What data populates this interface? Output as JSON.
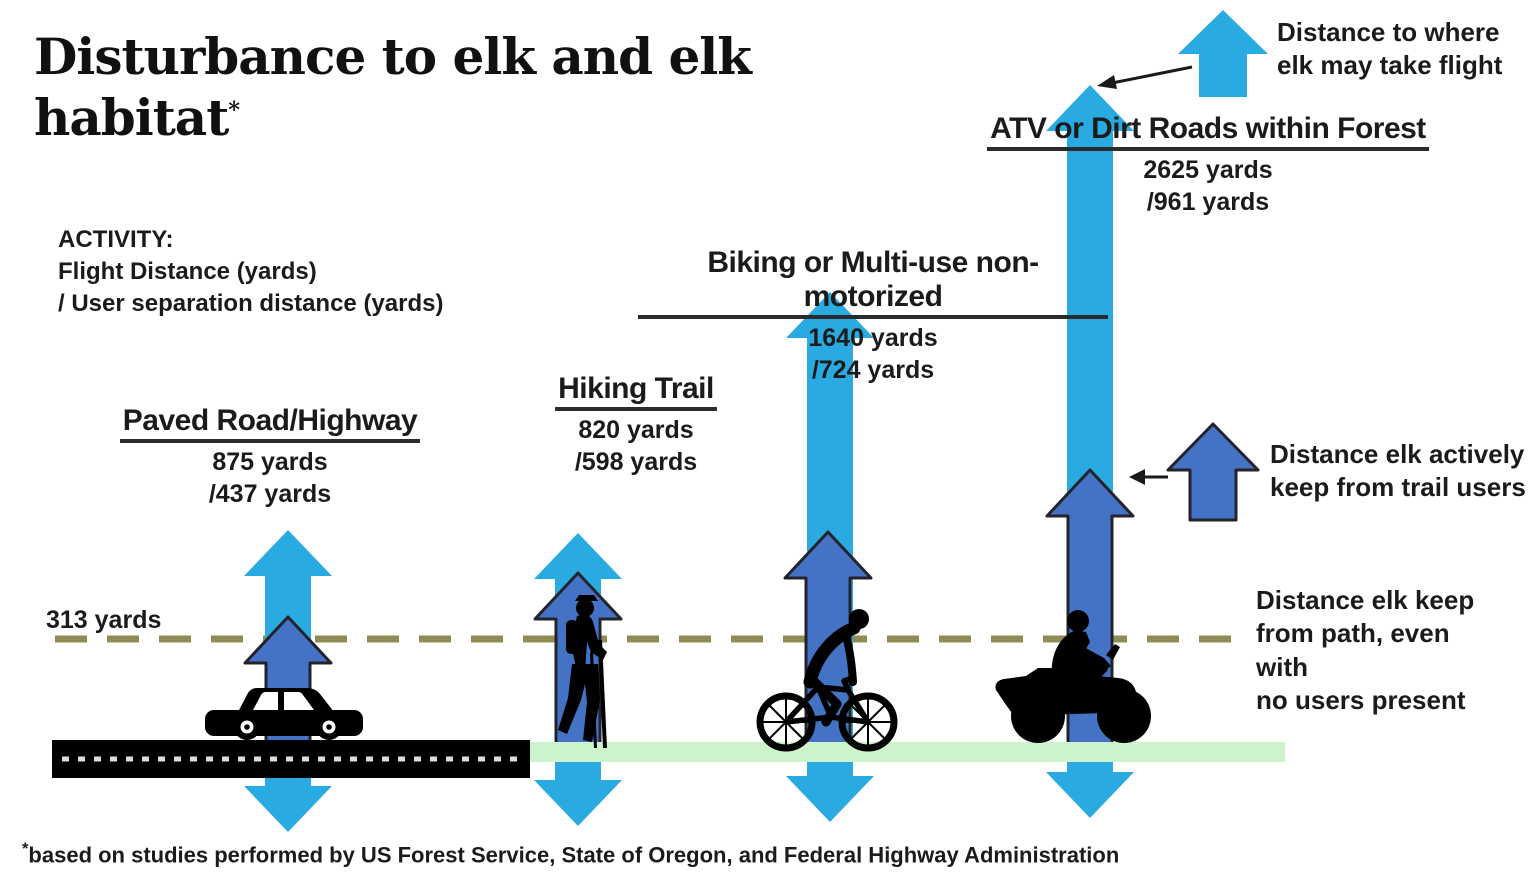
{
  "title": {
    "line1": "Disturbance to elk and elk",
    "line2": "habitat",
    "sup": "*"
  },
  "activity_key": {
    "heading": "ACTIVITY:",
    "line1": "Flight Distance (yards)",
    "line2": "/ User separation distance (yards)"
  },
  "activities": [
    {
      "name": "Paved Road/Highway",
      "flight_label": "875 yards",
      "separation_label": "/437 yards",
      "flight_yards": 875,
      "separation_yards": 437
    },
    {
      "name": "Hiking Trail",
      "flight_label": "820 yards",
      "separation_label": "/598 yards",
      "flight_yards": 820,
      "separation_yards": 598
    },
    {
      "name": "Biking or Multi-use non-motorized",
      "flight_label": "1640 yards",
      "separation_label": "/724 yards",
      "flight_yards": 1640,
      "separation_yards": 724
    },
    {
      "name": "ATV or Dirt Roads within Forest",
      "flight_label": "2625 yards",
      "separation_label": "/961 yards",
      "flight_yards": 2625,
      "separation_yards": 961
    }
  ],
  "baseline": {
    "label": "313 yards",
    "yards": 313
  },
  "legend": {
    "flight": {
      "lines": [
        "Distance to where",
        "elk may take flight"
      ]
    },
    "separation": {
      "lines": [
        "Distance elk actively",
        "keep from trail users"
      ]
    },
    "baseline": {
      "lines": [
        "Distance elk keep",
        "from path, even with",
        "no users present"
      ]
    }
  },
  "footnote": {
    "marker": "*",
    "text": "based on studies performed by US Forest Service, State of Oregon, and Federal Highway Administration"
  },
  "colors": {
    "flight_arrow": "#29ABE2",
    "separation_arrow": "#4472C4",
    "separation_outline": "#23232B",
    "baseline_dash": "#8F8C55",
    "path_green": "#CDF3CC",
    "road": "#000000",
    "road_dash": "#dcdcdc",
    "annotation": "#1a1a1a"
  }
}
